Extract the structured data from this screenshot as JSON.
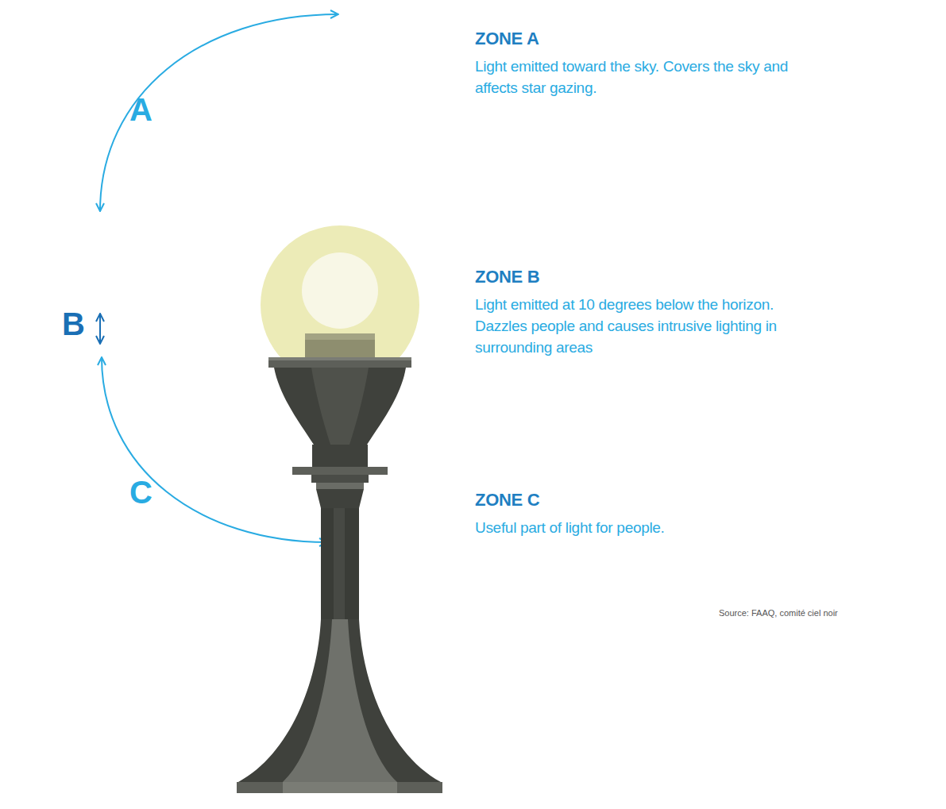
{
  "diagram": {
    "labels": [
      "A",
      "B",
      "C",
      "ZONE A",
      "Light emitted toward the sky. Covers the sky and affects star gazing.",
      "ZONE B",
      "Light emitted at 10 degrees below the horizon. Dazzles people and causes intrusive lighting in surrounding areas",
      "ZONE C",
      "Useful part of light for people.",
      "Source: FAAQ, comité ciel noir"
    ]
  }
}
